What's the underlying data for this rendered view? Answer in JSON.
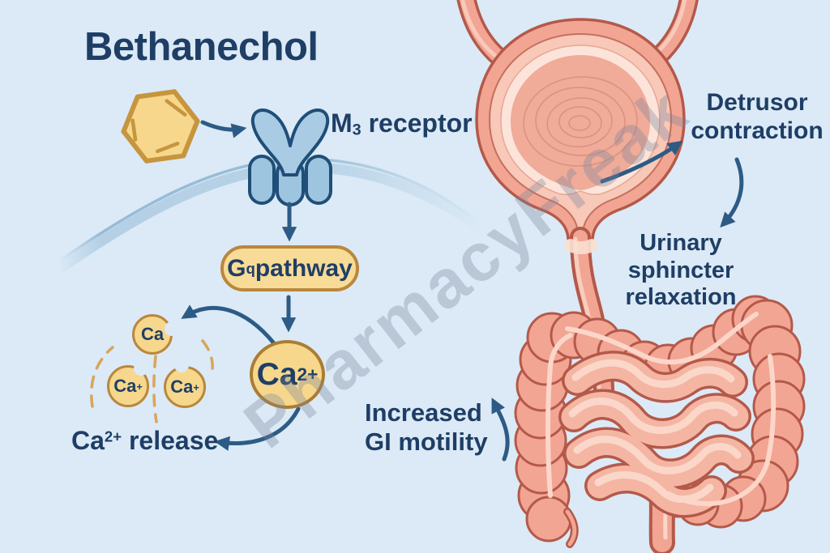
{
  "title": "Bethanechol",
  "watermark": "PharmacyFreak",
  "pathway": {
    "receptor_label": {
      "pre": "M",
      "sub": "3",
      "post": " receptor"
    },
    "gq_box": {
      "pre": "G",
      "sub": "q",
      "post": " pathway"
    },
    "calcium_main": {
      "pre": "Ca",
      "sup": "2+"
    },
    "calcium_release": {
      "pre": "Ca",
      "sup": "2+",
      "post": " release"
    },
    "ions": [
      {
        "text": "Ca",
        "sup": ""
      },
      {
        "text": "Ca",
        "sup": "+"
      },
      {
        "text": "Ca",
        "sup": "+"
      }
    ]
  },
  "effects": {
    "detrusor": [
      "Detrusor",
      "contraction"
    ],
    "sphincter": [
      "Urinary",
      "sphincter",
      "relaxation"
    ],
    "gi": [
      "Increased",
      "GI motility"
    ]
  },
  "colors": {
    "background": "#dbeaf6",
    "text_navy": "#1f3e66",
    "arrow_navy": "#2d5b86",
    "gold_fill": "#f6d78c",
    "gold_stroke": "#b9873d",
    "receptor_fill": "#a9cbe4",
    "receptor_stroke": "#1f4e78",
    "membrane_blue": "#aecbe2",
    "organ_fill": "#f2a593",
    "organ_stroke": "#b4594a",
    "watermark_gray": "#7a8598"
  }
}
